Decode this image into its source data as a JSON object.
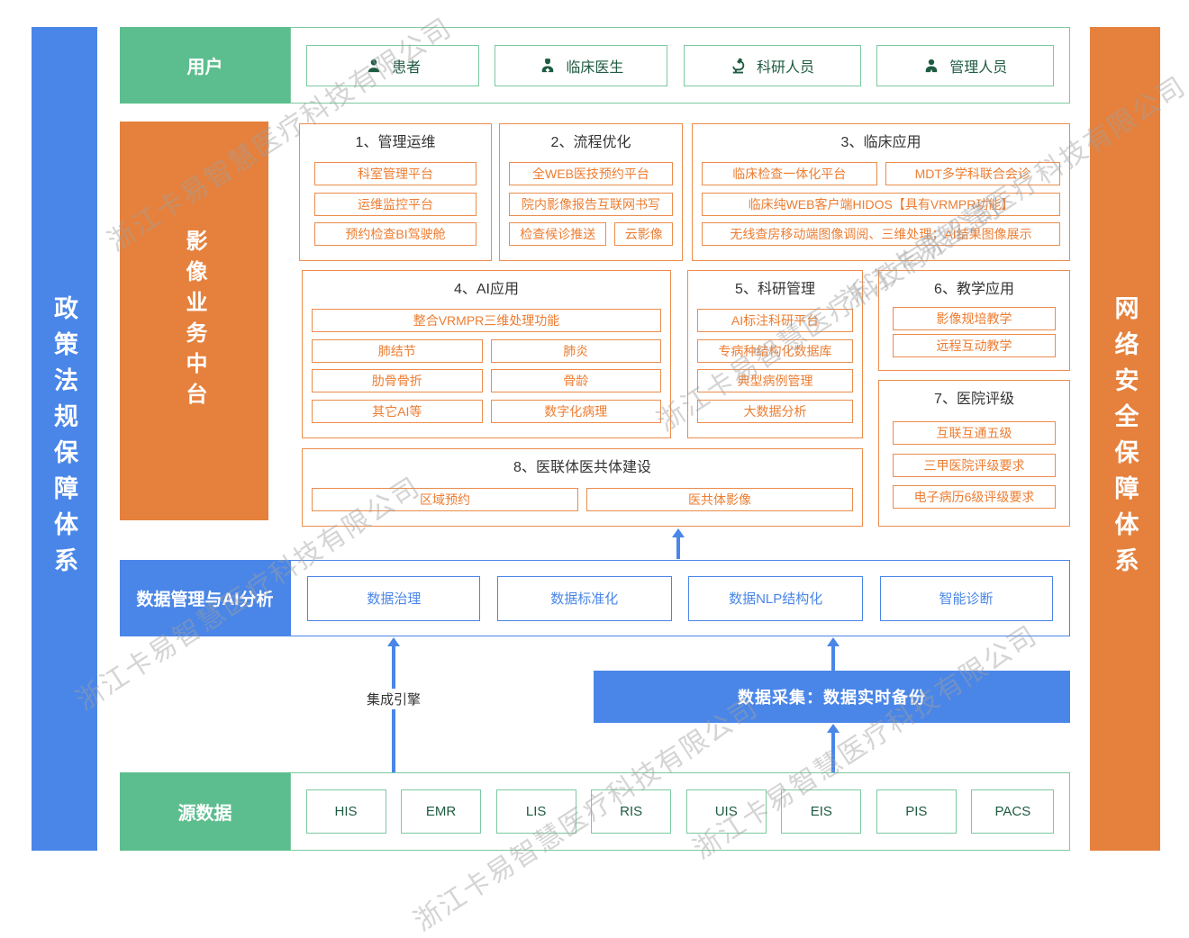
{
  "watermark": "浙江卡易智慧医疗科技有限公司",
  "bars": {
    "left": "政策法规保障体系",
    "right": "网络安全保障体系"
  },
  "users": {
    "label": "用户",
    "items": [
      {
        "icon": "patient-icon",
        "label": "患者"
      },
      {
        "icon": "doctor-icon",
        "label": "临床医生"
      },
      {
        "icon": "microscope-icon",
        "label": "科研人员"
      },
      {
        "icon": "admin-icon",
        "label": "管理人员"
      }
    ]
  },
  "imaging": {
    "label": "影像业务中台",
    "s1": {
      "title": "1、管理运维",
      "items": [
        "科室管理平台",
        "运维监控平台",
        "预约检查BI驾驶舱"
      ]
    },
    "s2": {
      "title": "2、流程优化",
      "items": [
        "全WEB医技预约平台",
        "院内影像报告互联网书写",
        "检查候诊推送",
        "云影像"
      ]
    },
    "s3": {
      "title": "3、临床应用",
      "items": [
        "临床检查一体化平台",
        "MDT多学科联合会诊",
        "临床纯WEB客户端HIDOS【具有VRMPR功能】",
        "无线查房移动端图像调阅、三维处理；AI结果图像展示"
      ]
    },
    "s4": {
      "title": "4、AI应用",
      "items": [
        "整合VRMPR三维处理功能",
        "肺结节",
        "肺炎",
        "肋骨骨折",
        "骨龄",
        "其它AI等",
        "数字化病理"
      ]
    },
    "s5": {
      "title": "5、科研管理",
      "items": [
        "AI标注科研平台",
        "专病种结构化数据库",
        "典型病例管理",
        "大数据分析"
      ]
    },
    "s6": {
      "title": "6、教学应用",
      "items": [
        "影像规培教学",
        "远程互动教学"
      ]
    },
    "s7": {
      "title": "7、医院评级",
      "items": [
        "互联互通五级",
        "三甲医院评级要求",
        "电子病历6级评级要求"
      ]
    },
    "s8": {
      "title": "8、医联体医共体建设",
      "items": [
        "区域预约",
        "医共体影像"
      ]
    }
  },
  "data_mgmt": {
    "label": "数据管理与AI分析",
    "items": [
      "数据治理",
      "数据标准化",
      "数据NLP结构化",
      "智能诊断"
    ]
  },
  "middleware": {
    "integration_engine": "集成引擎",
    "data_collection": "数据采集：数据实时备份"
  },
  "source": {
    "label": "源数据",
    "items": [
      "HIS",
      "EMR",
      "LIS",
      "RIS",
      "UIS",
      "EIS",
      "PIS",
      "PACS"
    ]
  },
  "colors": {
    "green": "#5cbe8e",
    "green_border": "#7cc9a0",
    "green_text": "#1e5b41",
    "orange": "#e5813d",
    "orange_item": "#ed7d31",
    "blue": "#4a86e8",
    "title_text": "#333333"
  }
}
